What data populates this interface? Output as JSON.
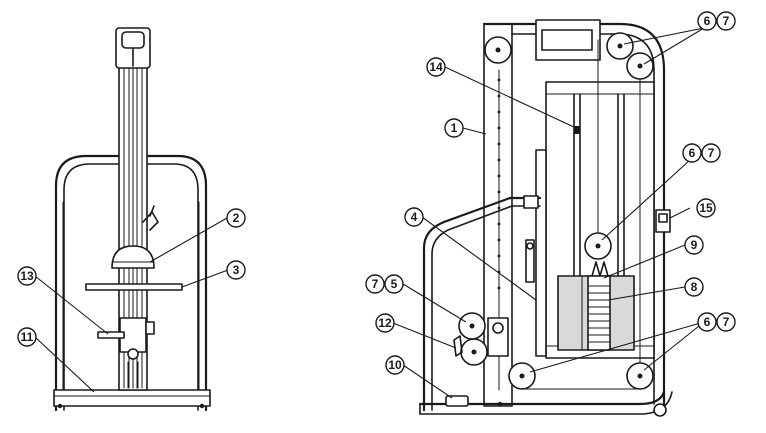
{
  "callouts": {
    "c1": "1",
    "c2": "2",
    "c3": "3",
    "c4": "4",
    "c5": "5",
    "c6a": "6",
    "c7a": "7",
    "c6b": "6",
    "c7b": "7",
    "c6c": "6",
    "c7c": "7",
    "c7d": "7",
    "c8": "8",
    "c9": "9",
    "c10": "10",
    "c11": "11",
    "c12": "12",
    "c13": "13",
    "c14": "14",
    "c15": "15"
  }
}
